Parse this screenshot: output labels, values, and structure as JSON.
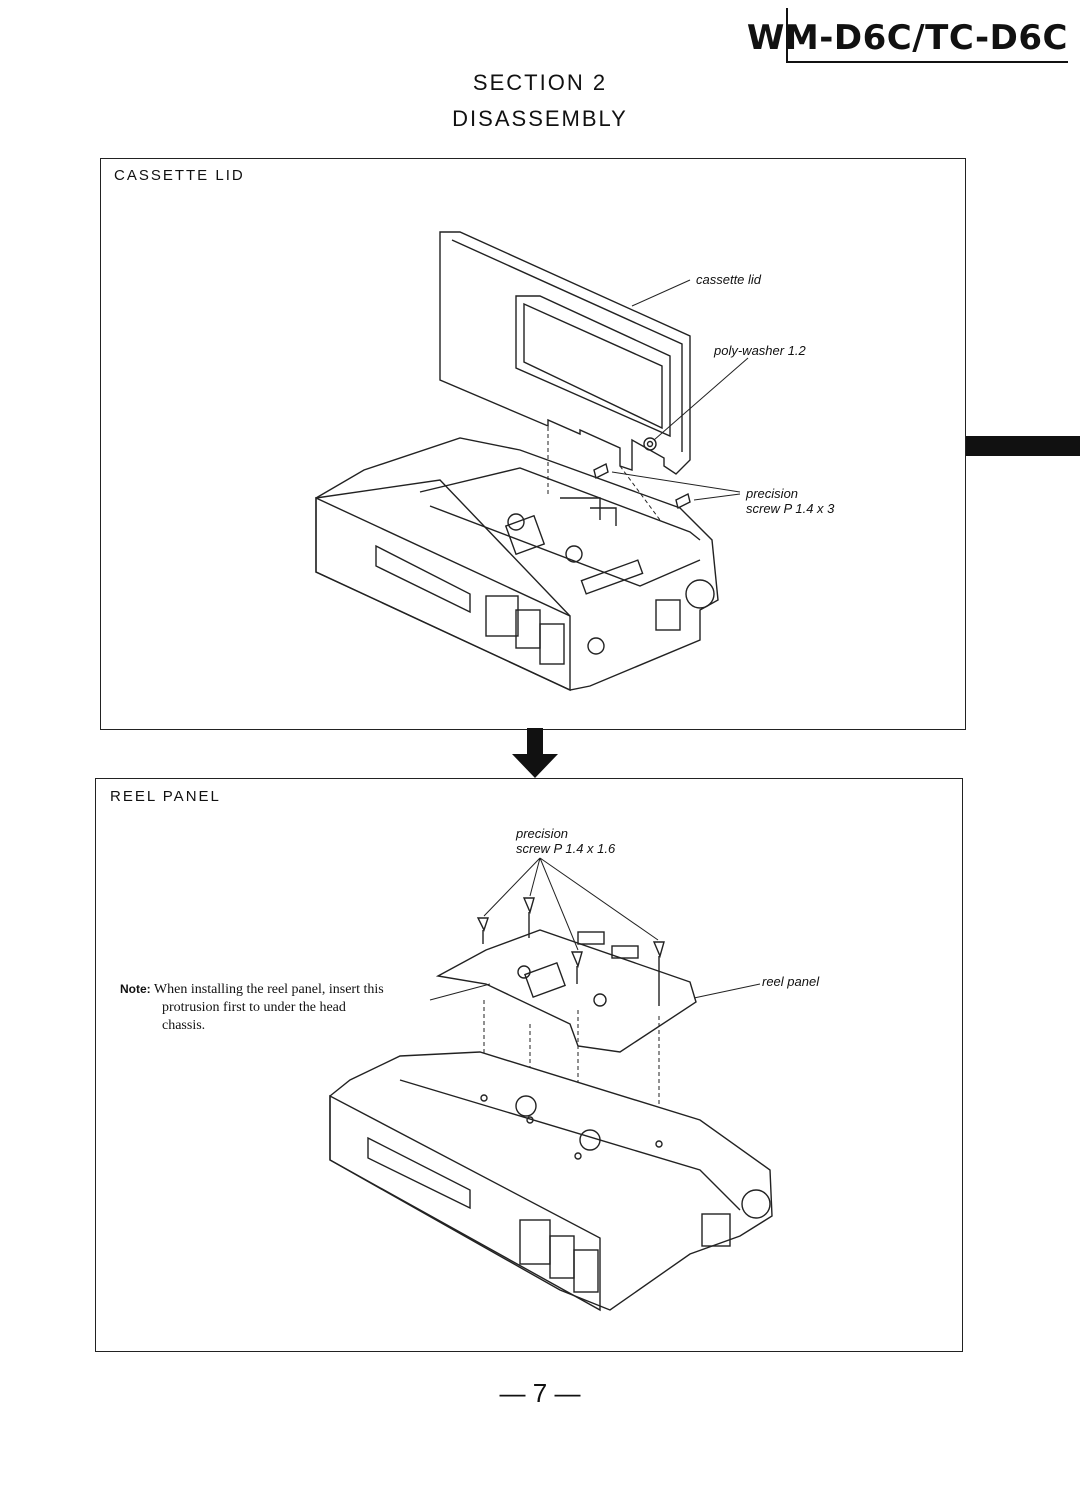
{
  "header": {
    "model": "WM-D6C/TC-D6C",
    "section": "SECTION 2",
    "title": "DISASSEMBLY"
  },
  "panels": [
    {
      "title": "CASSETTE LID",
      "callouts": {
        "cassette_lid": "cassette lid",
        "poly_washer": "poly-washer 1.2",
        "screw_line1": "precision",
        "screw_line2": "screw P 1.4 x 3"
      }
    },
    {
      "title": "REEL PANEL",
      "callouts": {
        "screw_line1": "precision",
        "screw_line2": "screw P 1.4 x 1.6",
        "reel_panel": "reel panel"
      },
      "note": {
        "label": "Note:",
        "line1": "When installing the reel panel, insert this",
        "line2": "protrusion first to under the head",
        "line3": "chassis."
      }
    }
  ],
  "footer": {
    "page": "— 7 —"
  }
}
